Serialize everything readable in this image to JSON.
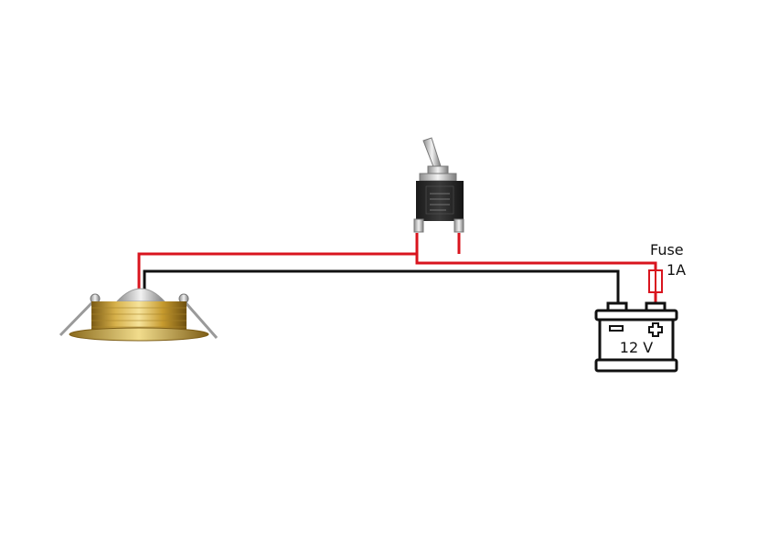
{
  "diagram": {
    "fuse": {
      "title": "Fuse",
      "rating": "1A"
    },
    "battery": {
      "voltage": "12 V"
    },
    "colors": {
      "positive_wire": "#d9141e",
      "negative_wire": "#111111",
      "fuse_outline": "#d9141e",
      "battery_outline": "#111111",
      "brass": "#c9a33a"
    },
    "components": [
      "recessed-light",
      "toggle-switch",
      "fuse",
      "battery"
    ]
  }
}
